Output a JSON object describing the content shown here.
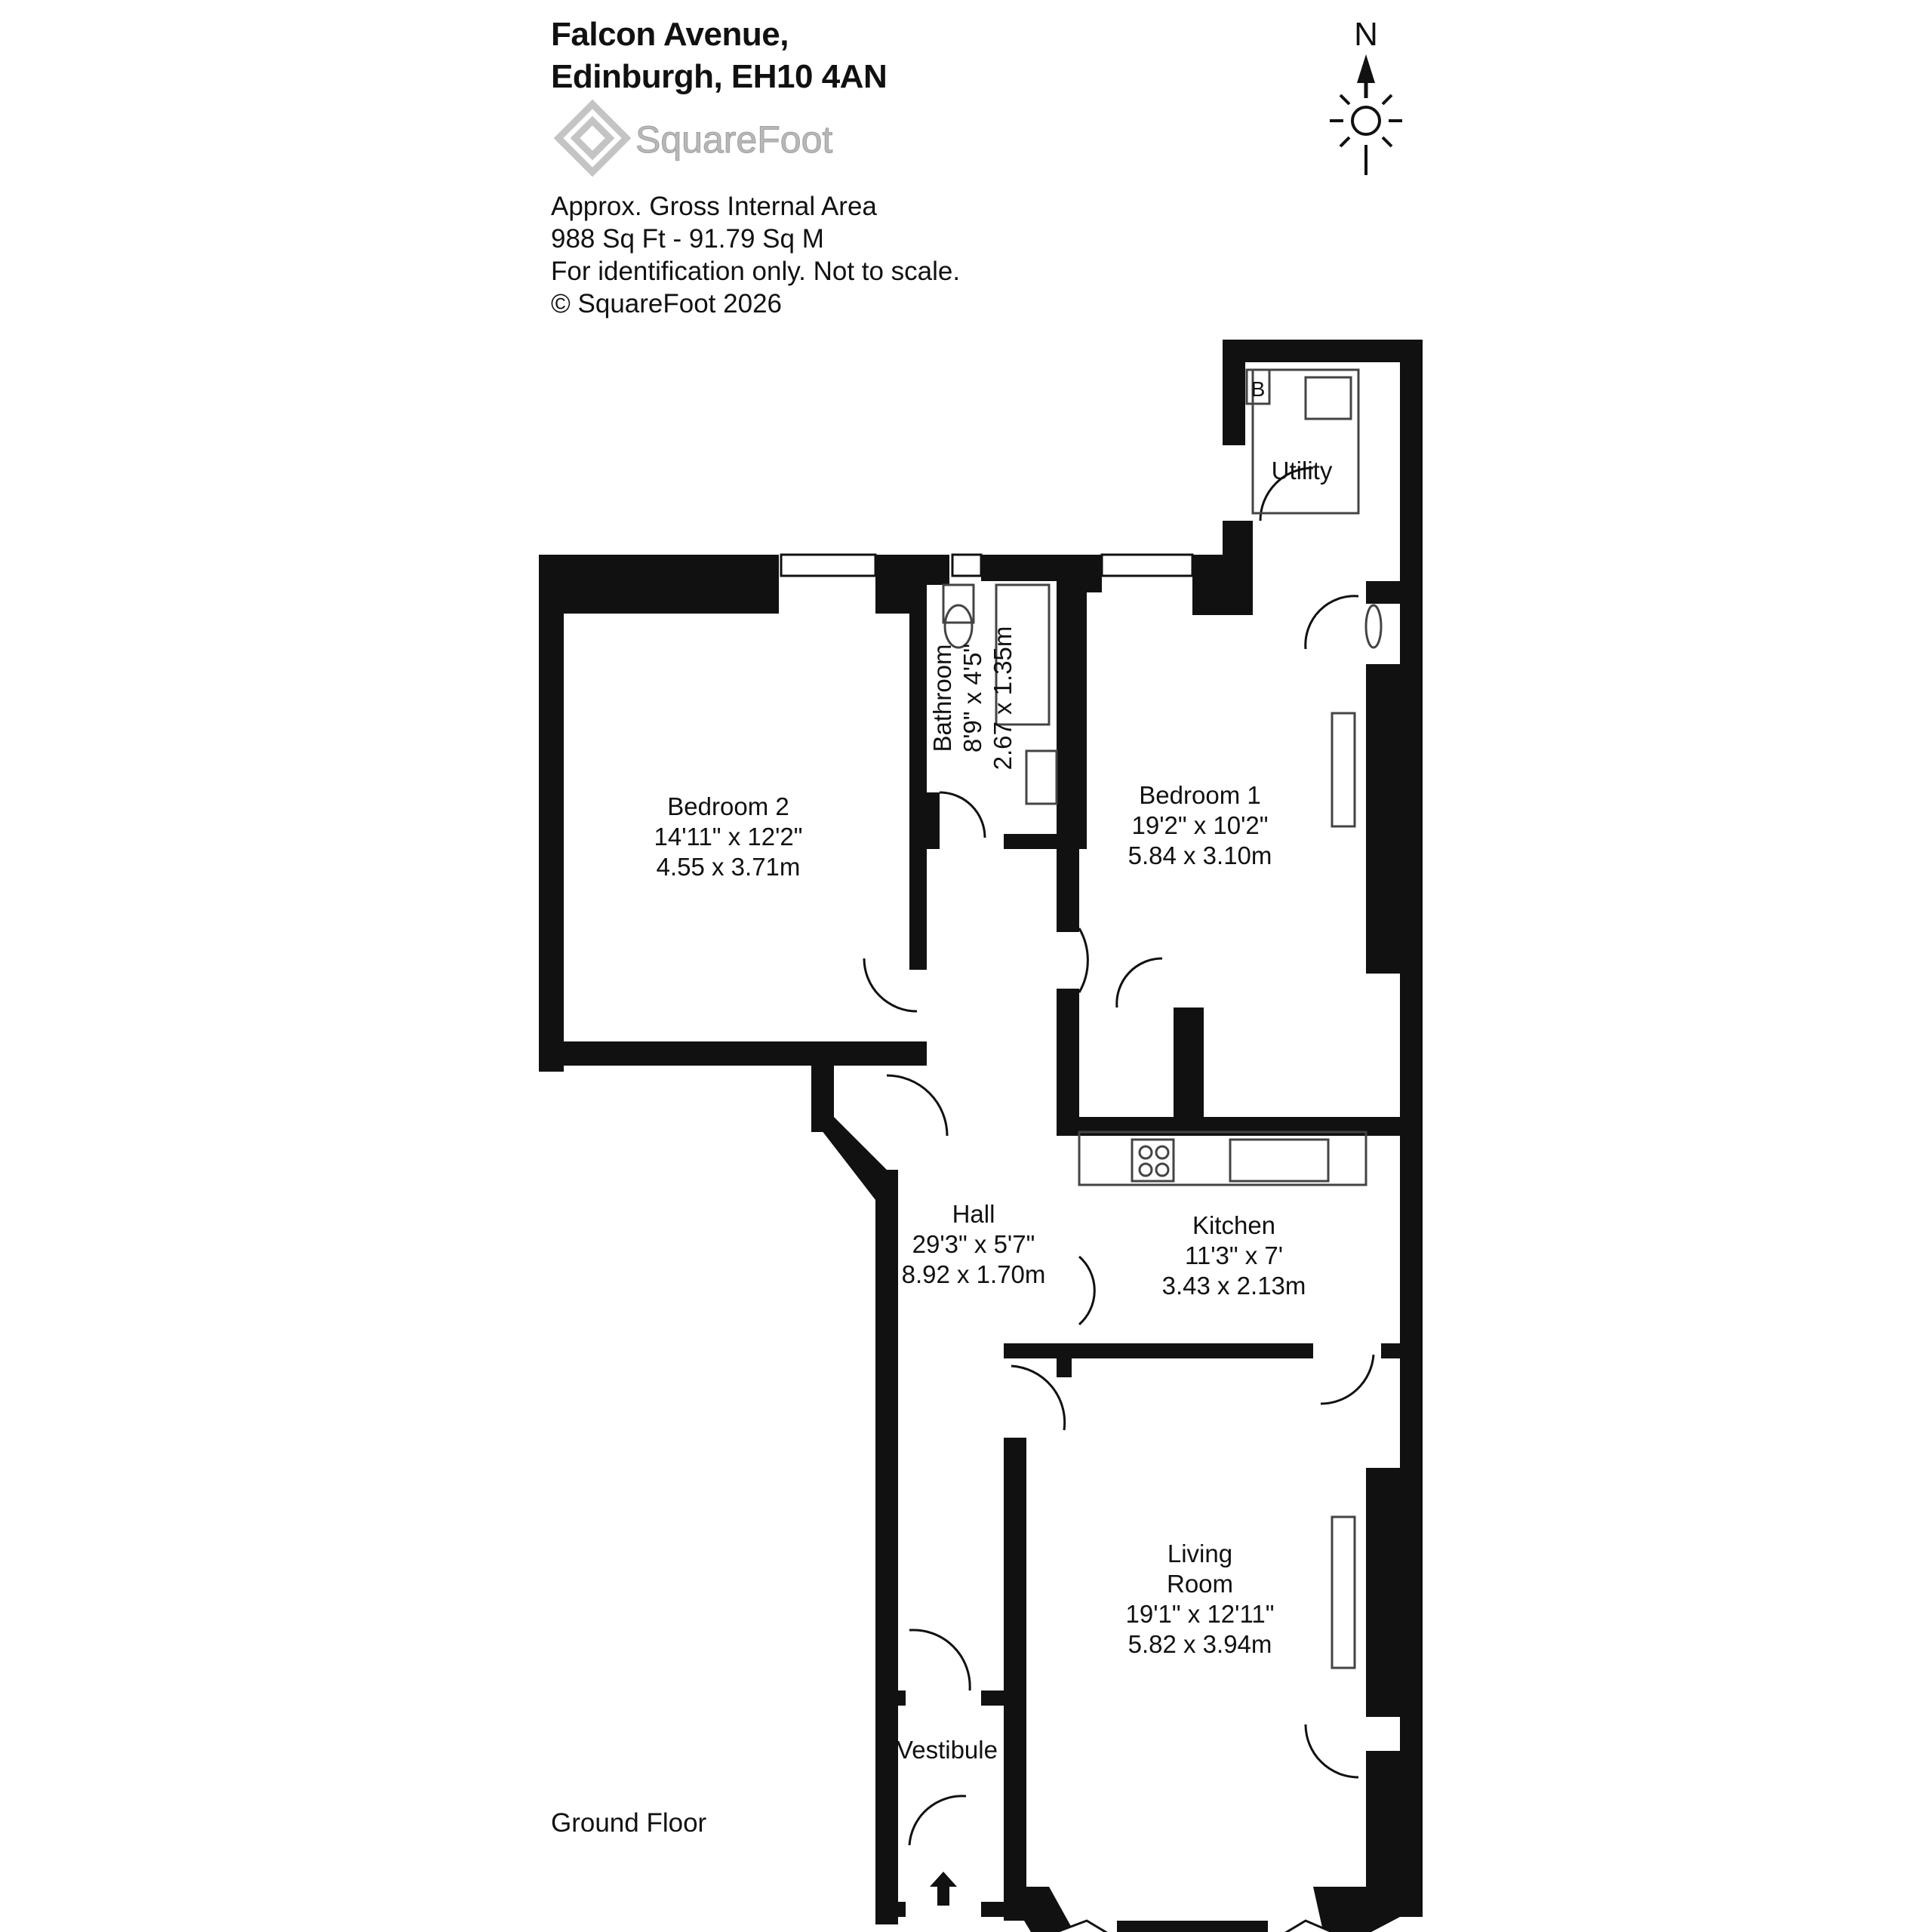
{
  "header": {
    "address_line1": "Falcon Avenue,",
    "address_line2": "Edinburgh, EH10 4AN"
  },
  "logo": {
    "text": "SquareFoot",
    "icon": "squarefoot-logo-icon"
  },
  "info": {
    "line1": "Approx. Gross Internal Area",
    "line2": "988 Sq Ft  -  91.79 Sq M",
    "line3": "For identification only. Not to scale.",
    "line4": "© SquareFoot 2026"
  },
  "compass": {
    "label": "N",
    "icon": "north-compass-icon"
  },
  "floor_label": "Ground Floor",
  "rooms": {
    "bedroom2": {
      "name": "Bedroom 2",
      "imperial": "14'11\" x 12'2\"",
      "metric": "4.55 x 3.71m"
    },
    "bathroom": {
      "name": "Bathroom",
      "imperial": "8'9\" x 4'5\"",
      "metric": "2.67 x 1.35m"
    },
    "bedroom1": {
      "name": "Bedroom 1",
      "imperial": "19'2\" x 10'2\"",
      "metric": "5.84 x 3.10m"
    },
    "utility": {
      "name": "Utility",
      "boiler": "B"
    },
    "hall": {
      "name": "Hall",
      "imperial": "29'3\" x 5'7\"",
      "metric": "8.92 x 1.70m"
    },
    "kitchen": {
      "name": "Kitchen",
      "imperial": "11'3\" x 7'",
      "metric": "3.43 x 2.13m"
    },
    "living": {
      "name_line1": "Living",
      "name_line2": "Room",
      "imperial": "19'1\" x 12'11\"",
      "metric": "5.82 x 3.94m"
    },
    "vestibule": {
      "name": "Vestibule"
    }
  },
  "colors": {
    "wall": "#111111",
    "fixture": "#444444",
    "logo": "#b8b8b8"
  }
}
